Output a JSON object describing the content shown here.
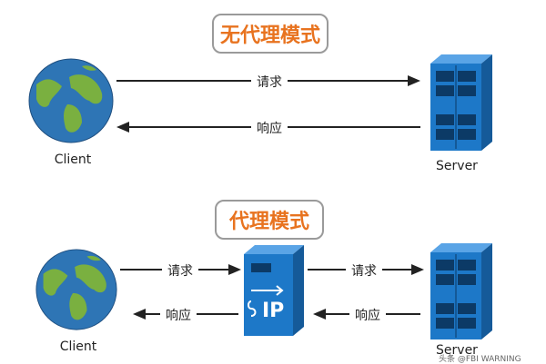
{
  "diagram_top": {
    "title": "无代理模式",
    "request_label": "请求",
    "response_label": "响应",
    "client_label": "Client",
    "server_label": "Server"
  },
  "diagram_bottom": {
    "title": "代理模式",
    "request_label_left": "请求",
    "request_label_right": "请求",
    "response_label_left": "响应",
    "response_label_right": "响应",
    "proxy_text": "IP",
    "client_label": "Client",
    "server_label": "Server"
  },
  "watermark": "头条 @FBI WARNING",
  "colors": {
    "title_text": "#e8731f",
    "server_blue": "#1d78c8",
    "ocean": "#2e75b5",
    "land": "#7ab040"
  },
  "icons": [
    "globe-icon",
    "server-icon",
    "proxy-server-icon",
    "arrow-icon"
  ]
}
